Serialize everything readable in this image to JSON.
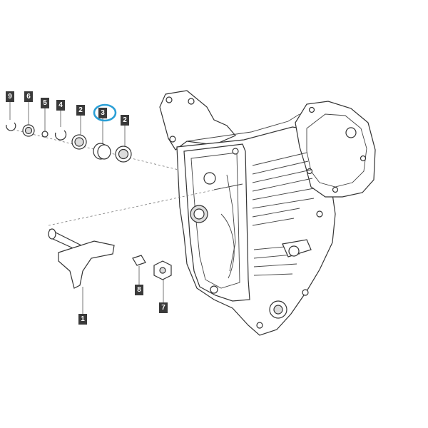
{
  "diagram": {
    "highlight_color": "#2a9fd6",
    "highlighted_callout": "3",
    "callouts": {
      "c9": "9",
      "c6": "6",
      "c5": "5",
      "c4": "4",
      "c2a": "2",
      "c3": "3",
      "c2b": "2",
      "c8": "8",
      "c7": "7",
      "c1": "1"
    }
  }
}
